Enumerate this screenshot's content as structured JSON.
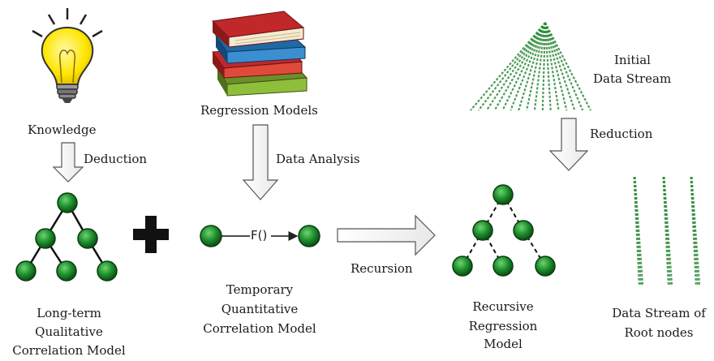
{
  "labels": {
    "knowledge": "Knowledge",
    "deduction": "Deduction",
    "regression_models": "Regression Models",
    "data_analysis": "Data Analysis",
    "initial_stream_1": "Initial",
    "initial_stream_2": "Data Stream",
    "reduction": "Reduction",
    "function": "F()",
    "recursion": "Recursion",
    "longterm_1": "Long-term",
    "longterm_2": "Qualitative",
    "longterm_3": "Correlation Model",
    "temporary_1": "Temporary",
    "temporary_2": "Quantitative",
    "temporary_3": "Correlation Model",
    "recursive_1": "Recursive",
    "recursive_2": "Regression",
    "recursive_3": "Model",
    "root_1": "Data Stream of",
    "root_2": "Root nodes"
  },
  "colors": {
    "node_green": "#1e8f2e",
    "node_dark": "#0b4d14",
    "stream_green": "#2e8b3a",
    "bulb_yellow": "#ffe600",
    "arrow_stroke": "#555555"
  },
  "icons": {
    "bulb": "lightbulb-icon",
    "books": "books-icon",
    "plus": "plus-icon"
  }
}
